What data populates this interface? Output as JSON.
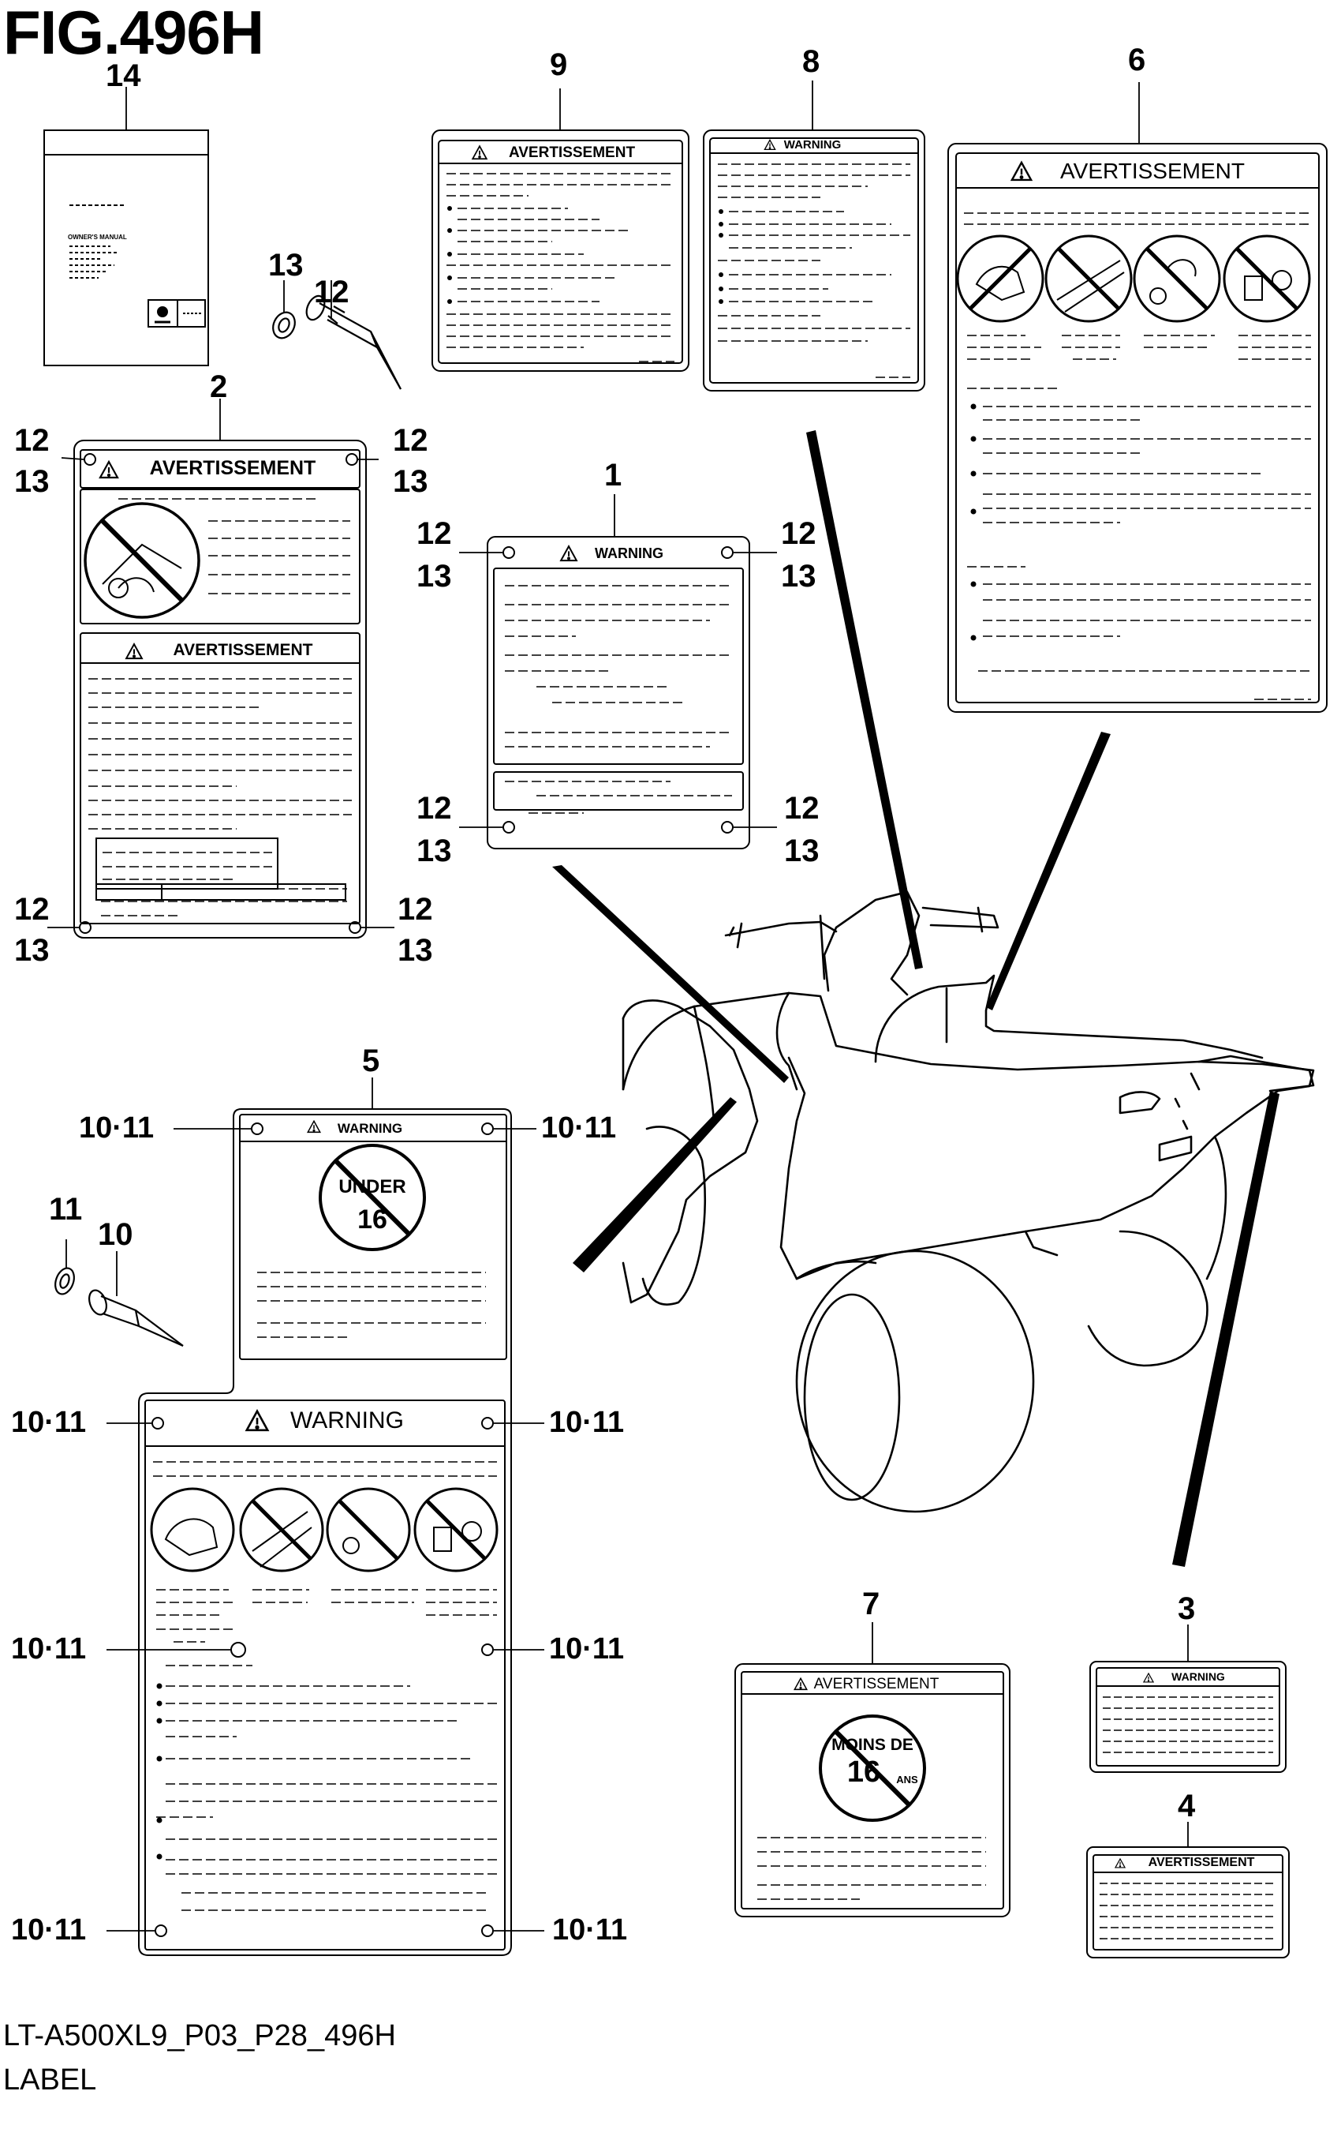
{
  "figure": {
    "title": "FIG.496H",
    "model_code": "LT-A500XL9_P03_P28_496H",
    "caption": "LABEL"
  },
  "callouts": {
    "n1": "1",
    "n2": "2",
    "n3": "3",
    "n4": "4",
    "n5": "5",
    "n6": "6",
    "n7": "7",
    "n8": "8",
    "n9": "9",
    "n10": "10",
    "n11": "11",
    "n12": "12",
    "n13": "13",
    "n14": "14",
    "n10_11": "10·11"
  },
  "labels": {
    "avertissement": "AVERTISSEMENT",
    "warning": "WARNING",
    "owners_manual": "OWNER'S MANUAL",
    "under": "UNDER",
    "sixteen": "16",
    "moins_de": "MOINS DE",
    "ans": "ANS"
  },
  "colors": {
    "ink": "#000000",
    "paper": "#ffffff"
  }
}
